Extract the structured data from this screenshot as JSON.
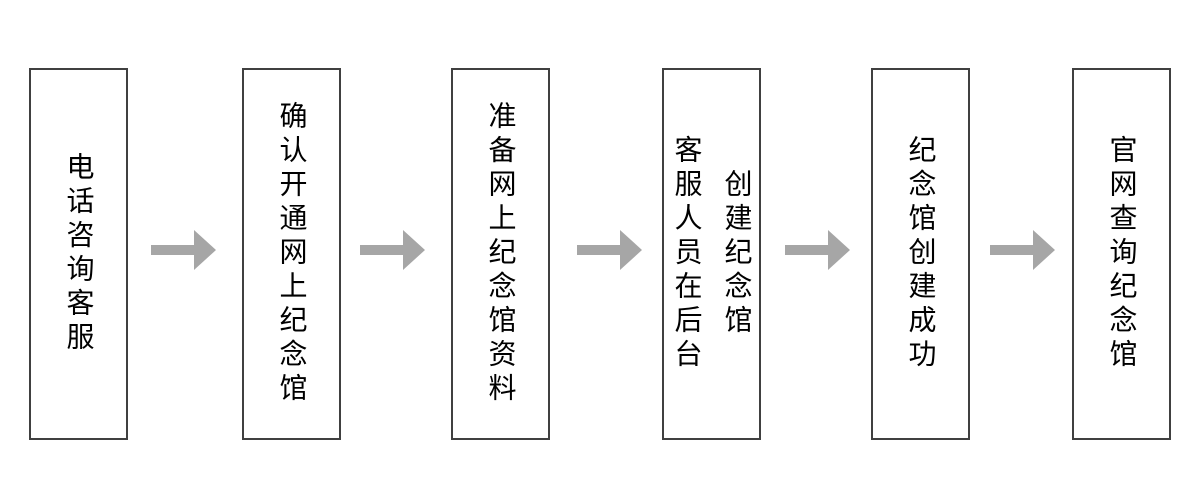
{
  "diagram": {
    "type": "flowchart",
    "direction": "left-to-right",
    "text_orientation": "vertical",
    "steps": [
      {
        "lines": [
          "电话咨询客服"
        ]
      },
      {
        "lines": [
          "确认开通网上纪念馆"
        ]
      },
      {
        "lines": [
          "准备网上纪念馆资料"
        ]
      },
      {
        "lines": [
          "客服人员在后台",
          "创建纪念馆"
        ]
      },
      {
        "lines": [
          "纪念馆创建成功"
        ]
      },
      {
        "lines": [
          "官网查询纪念馆"
        ]
      }
    ],
    "arrow": {
      "icon": "right-arrow-icon",
      "color": "#a6a6a6"
    },
    "box_border_color": "#404040",
    "text_color": "#000000",
    "background_color": "#ffffff"
  }
}
